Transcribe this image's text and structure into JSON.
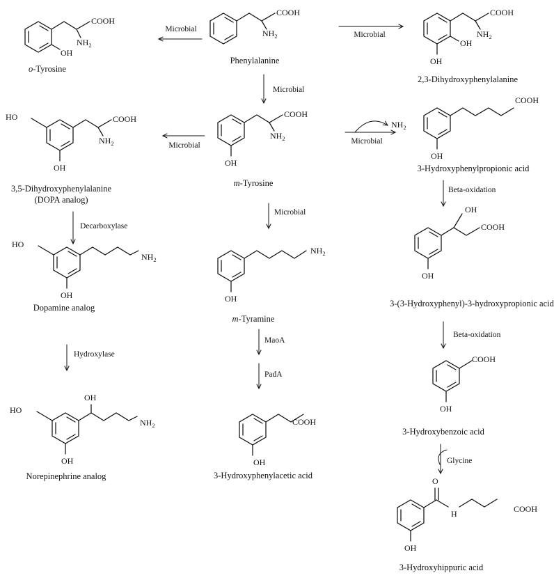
{
  "nodes": {
    "phe": {
      "name": "Phenylalanine"
    },
    "otyr": {
      "name": "o-Tyrosine"
    },
    "dhpa": {
      "name": "2,3-Dihydroxyphenylalanine"
    },
    "mtyr": {
      "name": "m-Tyrosine"
    },
    "dopa": {
      "name": "3,5-Dihydroxyphenylalanine",
      "name2": "(DOPA analog)"
    },
    "hppa": {
      "name": "3-Hydroxyphenylpropionic acid"
    },
    "mtyra": {
      "name": "m-Tyramine"
    },
    "dop": {
      "name": "Dopamine analog"
    },
    "hphpa": {
      "name": "3-(3-Hydroxyphenyl)-3-hydroxypropionic acid"
    },
    "hpaa": {
      "name": "3-Hydroxyphenylacetic acid"
    },
    "nor": {
      "name": "Norepinephrine analog"
    },
    "hba": {
      "name": "3-Hydroxybenzoic acid"
    },
    "hha": {
      "name": "3-Hydroxyhippuric acid"
    }
  },
  "arrows": {
    "phe_otyr": "Microbial",
    "phe_dhpa": "Microbial",
    "phe_mtyr": "Microbial",
    "mtyr_dopa": "Microbial",
    "mtyr_hppa": "Microbial",
    "mtyr_hppa_released": "NH2",
    "hppa_hphpa": "Beta-oxidation",
    "mtyr_mtyra": "Microbial",
    "dopa_dop": "Decarboxylase",
    "dop_nor": "Hydroxylase",
    "mtyra_maoa": "MaoA",
    "mtyra_pada": "PadA",
    "hphpa_hba": "Beta-oxidation",
    "hba_hha": "Glycine"
  },
  "groups": {
    "cooh": "COOH",
    "oh": "OH",
    "ho": "HO",
    "nh": "NH",
    "nh_sub": "2",
    "amide_n": "H",
    "amide_o": "O",
    "m_prefix": "m",
    "o_prefix": "o",
    "tyrosine_suffix": "-Tyrosine",
    "tyramine_suffix": "-Tyramine"
  }
}
